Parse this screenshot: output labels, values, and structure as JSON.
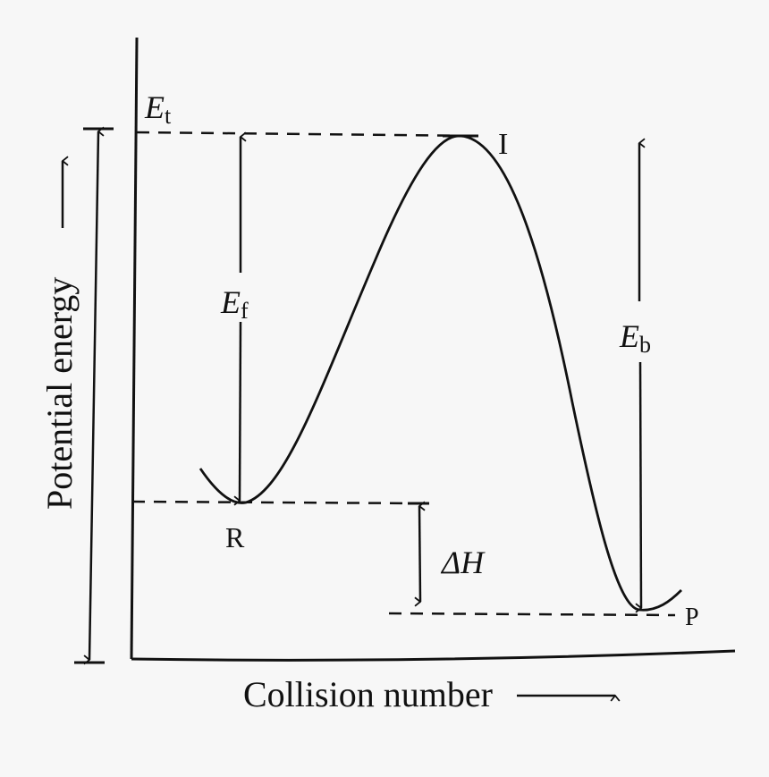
{
  "diagram": {
    "type": "potential-energy-profile",
    "axes": {
      "x_label": "Collision number",
      "y_label": "Potential energy"
    },
    "levels": {
      "top": {
        "symbol": "E",
        "subscript": "t"
      },
      "intermediate": "I",
      "reactant": "R",
      "product": "P"
    },
    "arrows": {
      "forward": {
        "symbol": "E",
        "subscript": "f"
      },
      "backward": {
        "symbol": "E",
        "subscript": "b"
      },
      "enthalpy": {
        "symbol": "ΔH"
      }
    },
    "colors": {
      "background": "#f7f7f7",
      "ink": "#111111"
    }
  }
}
